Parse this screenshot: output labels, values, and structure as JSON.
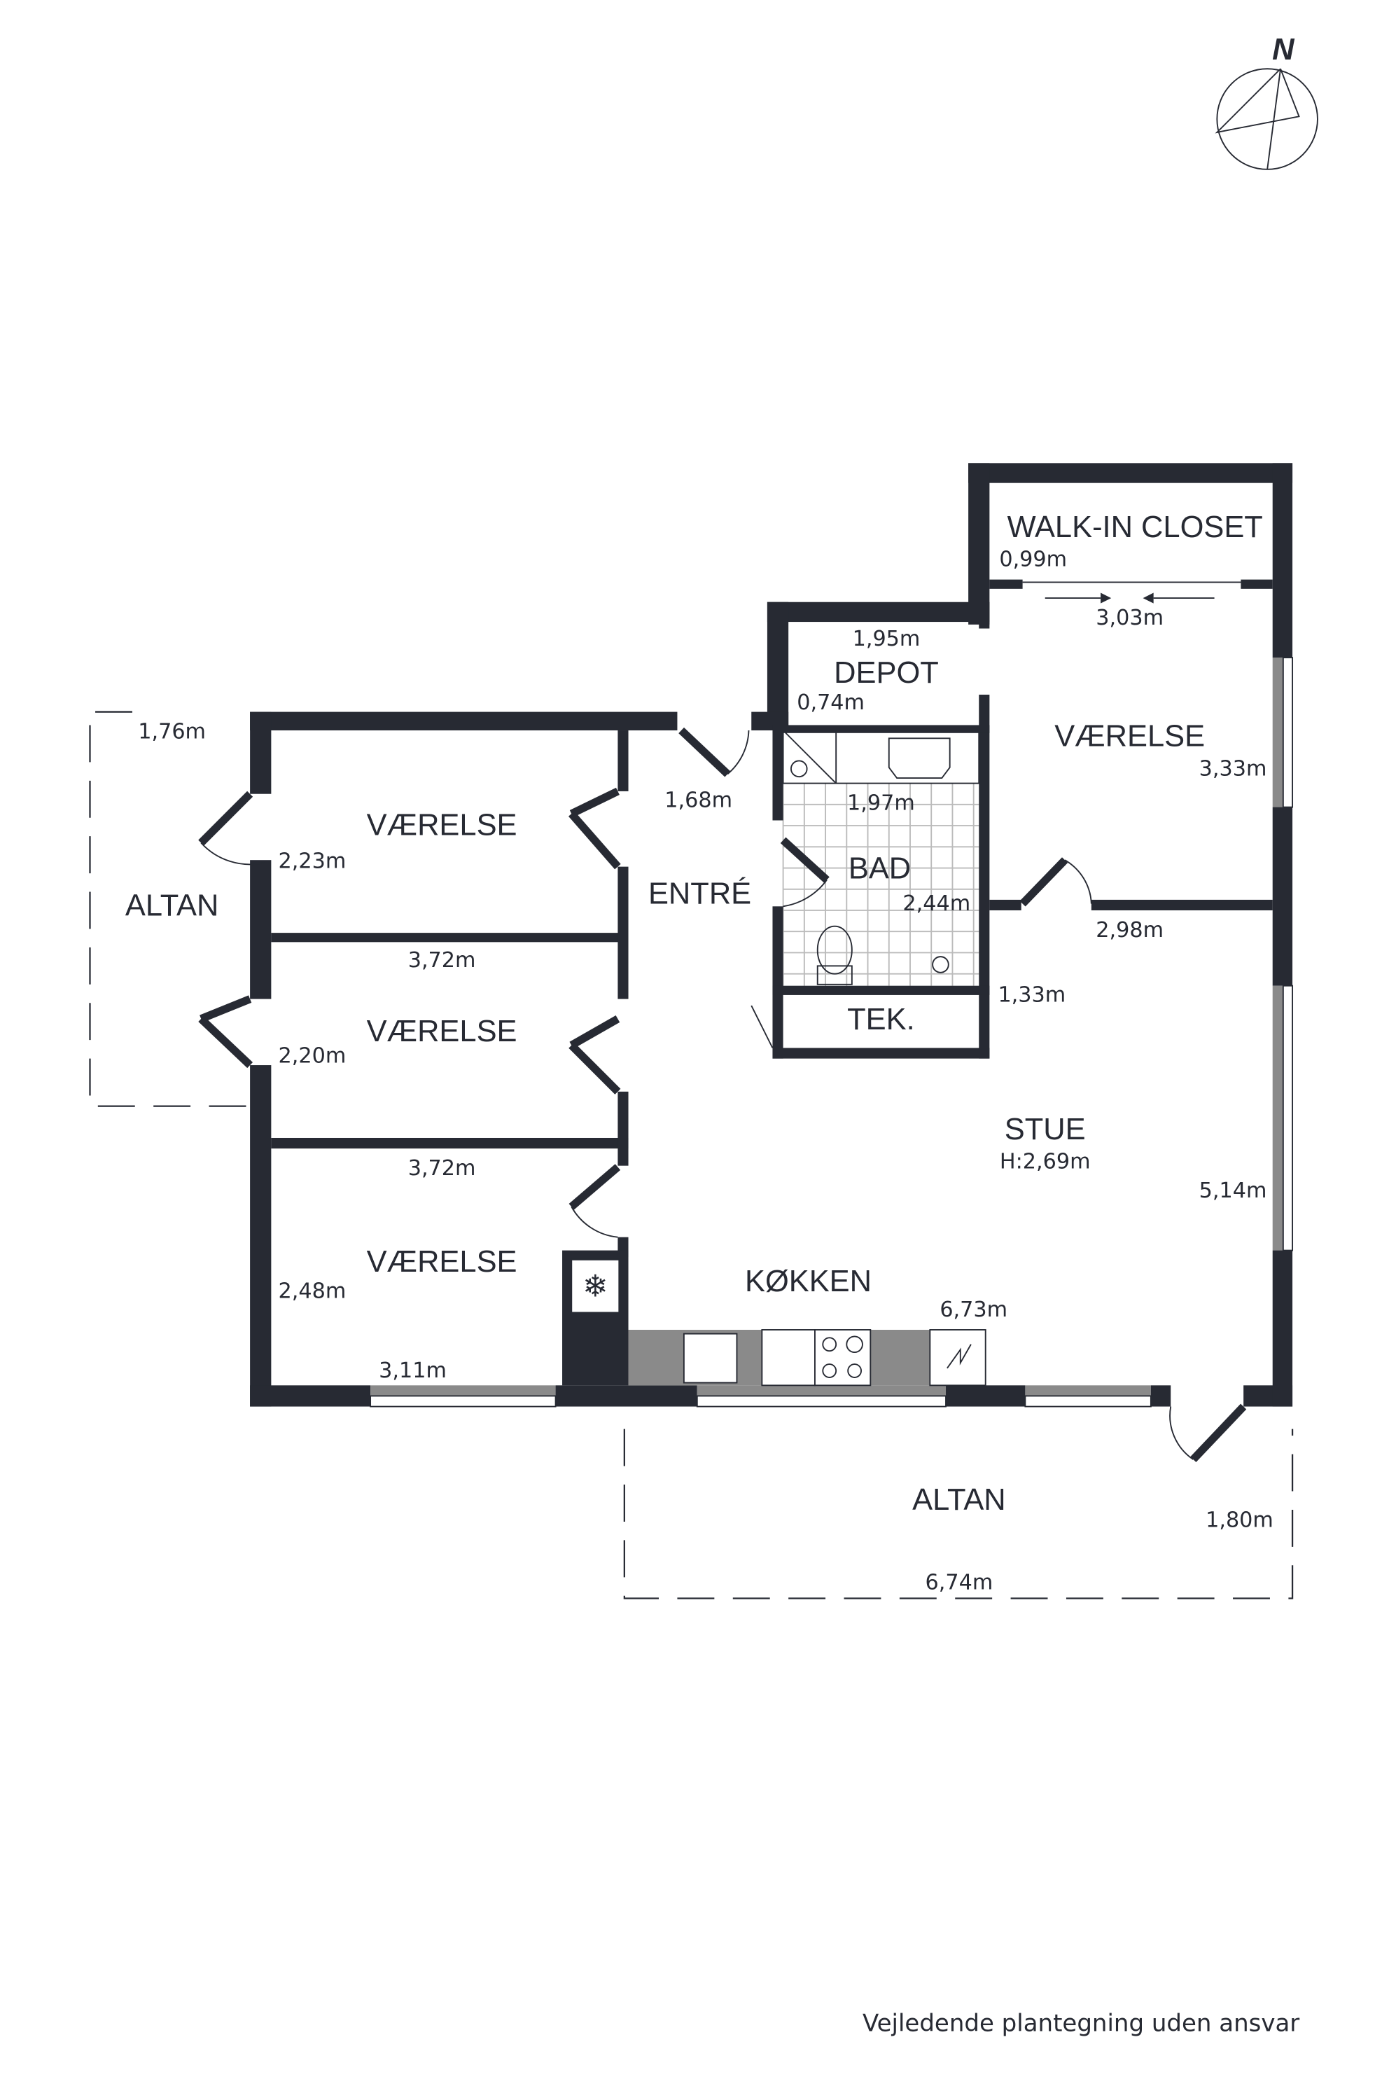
{
  "compass": {
    "label": "N"
  },
  "rooms": {
    "walk_in_closet": {
      "name": "WALK-IN CLOSET",
      "dim": "0,99m",
      "width": "3,03m"
    },
    "depot": {
      "name": "DEPOT",
      "dim_w": "1,95m",
      "dim_h": "0,74m"
    },
    "vaerelse_ne": {
      "name": "VÆRELSE",
      "dim_h": "3,33m",
      "dim_w": "2,98m"
    },
    "bad": {
      "name": "BAD",
      "dim_w": "1,97m",
      "dim_h": "2,44m"
    },
    "tek": {
      "name": "TEK.",
      "dim": "1,33m"
    },
    "entre": {
      "name": "ENTRÉ",
      "dim": "1,68m"
    },
    "vaerelse_1": {
      "name": "VÆRELSE",
      "dim_h": "2,23m",
      "dim_w": "3,72m"
    },
    "vaerelse_2": {
      "name": "VÆRELSE",
      "dim_h": "2,20m",
      "dim_w": "3,72m"
    },
    "vaerelse_3": {
      "name": "VÆRELSE",
      "dim_h": "2,48m",
      "dim_w": "3,11m"
    },
    "altan_west": {
      "name": "ALTAN",
      "dim": "1,76m"
    },
    "stue": {
      "name": "STUE",
      "height": "H:2,69m",
      "dim": "5,14m"
    },
    "kokken": {
      "name": "KØKKEN",
      "dim": "6,73m"
    },
    "altan_south": {
      "name": "ALTAN",
      "dim_h": "1,80m",
      "dim_w": "6,74m"
    }
  },
  "footer": {
    "disclaimer": "Vejledende plantegning uden ansvar"
  }
}
